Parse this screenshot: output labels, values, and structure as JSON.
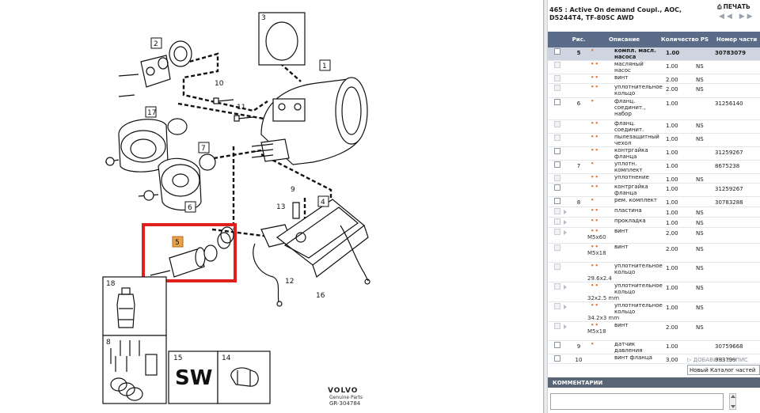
{
  "diagram": {
    "callouts": [
      "1",
      "2",
      "3",
      "4",
      "5",
      "6",
      "7",
      "8",
      "9",
      "10",
      "11",
      "12",
      "13",
      "14",
      "15",
      "16",
      "17",
      "18"
    ],
    "logo": "VOLVO",
    "logo_sub": "Genuine Parts",
    "code": "GR-304784",
    "sw_label": "SW",
    "highlight_color": "#e0201b",
    "badge_color": "#e8a24a"
  },
  "panel": {
    "title": "465 : Active On demand Coupl., AOC, D5244T4, TF-80SC AWD",
    "print_label": "ПЕЧАТЬ",
    "nav_arrows": "◀◀ ▶▶",
    "headers": {
      "fig": "Рис.",
      "desc": "Описание",
      "qty": "Количество",
      "ps": "PS",
      "num": "Номер части"
    },
    "rows": [
      {
        "fig": "5",
        "mark": "•",
        "desc": "компл. масл. насоса",
        "sub": "",
        "qty": "1.00",
        "ps": "",
        "num": "30783079",
        "selected": true,
        "enabled": true
      },
      {
        "fig": "",
        "mark": "••",
        "desc": "масляный насос",
        "sub": "",
        "qty": "1.00",
        "ps": "NS",
        "num": "",
        "selected": false,
        "enabled": false
      },
      {
        "fig": "",
        "mark": "••",
        "desc": "винт",
        "sub": "",
        "qty": "2.00",
        "ps": "NS",
        "num": "",
        "selected": false,
        "enabled": false
      },
      {
        "fig": "",
        "mark": "••",
        "desc": "уплотнительное кольцо",
        "sub": "",
        "qty": "2.00",
        "ps": "NS",
        "num": "",
        "selected": false,
        "enabled": false
      },
      {
        "fig": "6",
        "mark": "•",
        "desc": "фланц. соединит., набор",
        "sub": "",
        "qty": "1.00",
        "ps": "",
        "num": "31256140",
        "selected": false,
        "enabled": true
      },
      {
        "fig": "",
        "mark": "••",
        "desc": "фланц. соединит.",
        "sub": "",
        "qty": "1.00",
        "ps": "NS",
        "num": "",
        "selected": false,
        "enabled": false
      },
      {
        "fig": "",
        "mark": "••",
        "desc": "пылезащитный чехол",
        "sub": "",
        "qty": "1.00",
        "ps": "NS",
        "num": "",
        "selected": false,
        "enabled": false
      },
      {
        "fig": "",
        "mark": "••",
        "desc": "контргайка фланца",
        "sub": "",
        "qty": "1.00",
        "ps": "",
        "num": "31259267",
        "selected": false,
        "enabled": true
      },
      {
        "fig": "7",
        "mark": "•",
        "desc": "уплотн. комплект",
        "sub": "",
        "qty": "1.00",
        "ps": "",
        "num": "8675238",
        "selected": false,
        "enabled": true
      },
      {
        "fig": "",
        "mark": "••",
        "desc": "уплотнение",
        "sub": "",
        "qty": "1.00",
        "ps": "NS",
        "num": "",
        "selected": false,
        "enabled": false
      },
      {
        "fig": "",
        "mark": "••",
        "desc": "контргайка фланца",
        "sub": "",
        "qty": "1.00",
        "ps": "",
        "num": "31259267",
        "selected": false,
        "enabled": true
      },
      {
        "fig": "8",
        "mark": "•",
        "desc": "рем. комплект",
        "sub": "",
        "qty": "1.00",
        "ps": "",
        "num": "30783288",
        "selected": false,
        "enabled": true
      },
      {
        "fig": "",
        "mark": "••",
        "desc": "пластина",
        "sub": "",
        "qty": "1.00",
        "ps": "NS",
        "num": "",
        "selected": false,
        "enabled": false,
        "expand": true
      },
      {
        "fig": "",
        "mark": "••",
        "desc": "прокладка",
        "sub": "",
        "qty": "1.00",
        "ps": "NS",
        "num": "",
        "selected": false,
        "enabled": false,
        "expand": true
      },
      {
        "fig": "",
        "mark": "••",
        "desc": "винт",
        "sub": "M5x60",
        "qty": "2.00",
        "ps": "NS",
        "num": "",
        "selected": false,
        "enabled": false,
        "expand": true
      },
      {
        "fig": "",
        "mark": "••",
        "desc": "винт",
        "sub": "M5x18",
        "qty": "2.00",
        "ps": "NS",
        "num": "",
        "selected": false,
        "enabled": false
      },
      {
        "fig": "",
        "mark": "••",
        "desc": "уплотнительное кольцо",
        "sub": "29.6x2.4",
        "qty": "1.00",
        "ps": "NS",
        "num": "",
        "selected": false,
        "enabled": false
      },
      {
        "fig": "",
        "mark": "••",
        "desc": "уплотнительное кольцо",
        "sub": "32x2.5 mm",
        "qty": "1.00",
        "ps": "NS",
        "num": "",
        "selected": false,
        "enabled": false,
        "expand": true
      },
      {
        "fig": "",
        "mark": "••",
        "desc": "уплотнительное кольцо",
        "sub": "34.2x3 mm",
        "qty": "1.00",
        "ps": "NS",
        "num": "",
        "selected": false,
        "enabled": false,
        "expand": true
      },
      {
        "fig": "",
        "mark": "••",
        "desc": "винт",
        "sub": "M5x18",
        "qty": "2.00",
        "ps": "NS",
        "num": "",
        "selected": false,
        "enabled": false,
        "expand": true
      },
      {
        "fig": "9",
        "mark": "•",
        "desc": "датчик давления",
        "sub": "",
        "qty": "1.00",
        "ps": "",
        "num": "30759668",
        "selected": false,
        "enabled": true
      },
      {
        "fig": "10",
        "mark": "",
        "desc": "винт фланца",
        "sub": "",
        "qty": "3.00",
        "ps": "",
        "num": "983799",
        "selected": false,
        "enabled": true
      }
    ],
    "add_to_list": "▷ ДОБАВИТЬ В СПИС",
    "catalog_select": "Новый Каталог частей",
    "comments_label": "КОММЕНТАРИИ"
  }
}
